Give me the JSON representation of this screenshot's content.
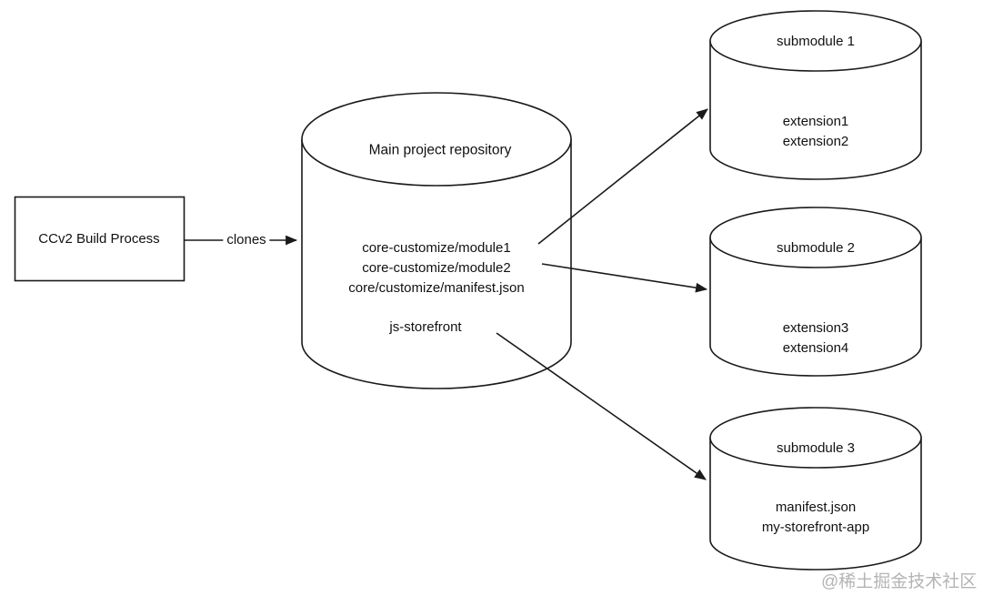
{
  "colors": {
    "background": "#ffffff",
    "stroke": "#1a1a1a",
    "text": "#111111",
    "watermark": "#b4b4b4"
  },
  "process_box": {
    "label": "CCv2 Build Process"
  },
  "clones_arrow": {
    "label": "clones"
  },
  "main_repo": {
    "title": "Main project repository",
    "items": [
      "core-customize/module1",
      "core-customize/module2",
      "core/customize/manifest.json",
      "js-storefront"
    ]
  },
  "submodules": [
    {
      "title": "submodule 1",
      "items": [
        "extension1",
        "extension2"
      ]
    },
    {
      "title": "submodule 2",
      "items": [
        "extension3",
        "extension4"
      ]
    },
    {
      "title": "submodule 3",
      "items": [
        "manifest.json",
        "my-storefront-app"
      ]
    }
  ],
  "watermark": {
    "text": "@稀土掘金技术社区"
  }
}
